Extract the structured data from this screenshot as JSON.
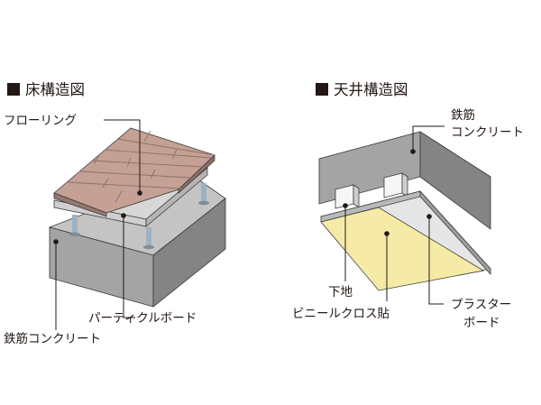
{
  "floor": {
    "title": "床構造図",
    "labels": {
      "flooring": "フローリング",
      "particle_board": "パーティクルボード",
      "concrete": "鉄筋コンクリート"
    }
  },
  "ceiling": {
    "title": "天井構造図",
    "labels": {
      "concrete_line1": "鉄筋",
      "concrete_line2": "コンクリート",
      "base": "下地",
      "vinyl_cloth": "ビニールクロス貼",
      "plaster_line1": "プラスター",
      "plaster_line2": "ボード"
    }
  },
  "colors": {
    "concrete_front": "#a4a4a4",
    "concrete_side": "#848484",
    "concrete_top": "#c4c4c4",
    "flooring_top": "#c4a095",
    "flooring_edge": "#96786f",
    "particle_board": "#d7d7d7",
    "vinyl_cloth": "#f6eba6",
    "plaster_board": "#e6e6e6",
    "post": "#9fb0bf"
  }
}
